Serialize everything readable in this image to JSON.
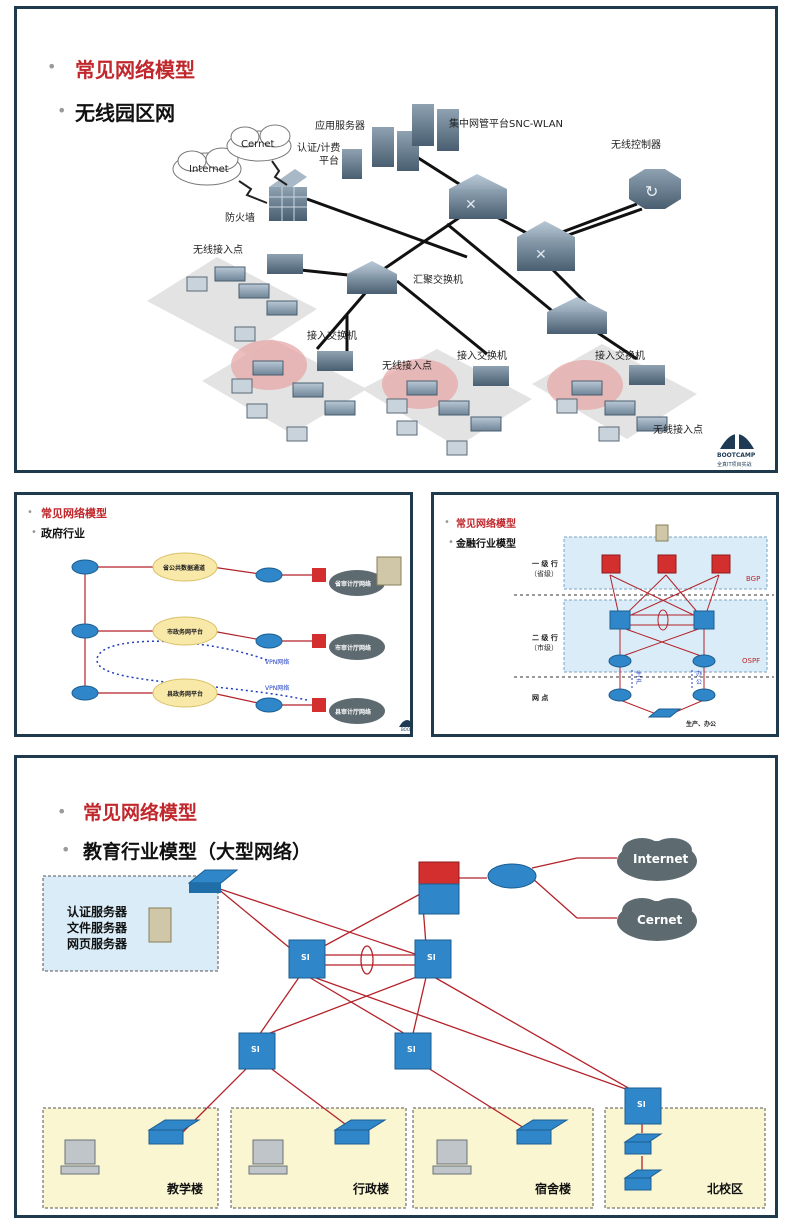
{
  "p1": {
    "section": "常见网络模型",
    "subtitle": "无线园区网",
    "internet": "Internet",
    "cernet": "Cernet",
    "app_server": "应用服务器",
    "auth_platform_1": "认证/计费",
    "auth_platform_2": "平台",
    "mgmt_platform": "集中网管平台SNC-WLAN",
    "wlc": "无线控制器",
    "firewall": "防火墙",
    "ap_top": "无线接入点",
    "agg_switch": "汇聚交换机",
    "access_1": "接入交换机",
    "access_2": "接入交换机",
    "access_3": "接入交换机",
    "ap_mid": "无线接入点",
    "ap_bottom": "无线接入点",
    "logo_name": "BOOTCAMP",
    "logo_sub": "全真IT项目实战"
  },
  "p2": {
    "section": "常见网络模型",
    "subtitle": "政府行业",
    "cloud_1": "省公共数据通道",
    "cloud_2": "市政务网平台",
    "cloud_3": "县政务网平台",
    "dest_1": "省审计厅网络",
    "dest_2": "市审计厅网络",
    "dest_3": "县审计厅网络",
    "vpn_1": "VPN网络",
    "vpn_2": "VPN网络",
    "logo": "BOOT"
  },
  "p3": {
    "section": "常见网络模型",
    "subtitle": "金融行业模型",
    "tier1_a": "一 级 行",
    "tier1_b": "（省级）",
    "tier2_a": "二 级 行",
    "tier2_b": "（市级）",
    "branch": "网 点",
    "bgp": "BGP",
    "ospf": "OSPF",
    "prod_1": "生",
    "prod_2": "产",
    "office_1": "办",
    "office_2": "公",
    "bottom": "生产、办公"
  },
  "p4": {
    "section": "常见网络模型",
    "subtitle": "教育行业模型（大型网络）",
    "servers": [
      "认证服务器",
      "文件服务器",
      "网页服务器"
    ],
    "internet": "Internet",
    "cernet": "Cernet",
    "si": "SI",
    "zones": [
      "教学楼",
      "行政楼",
      "宿舍楼",
      "北校区"
    ]
  },
  "colors": {
    "frame": "#1f3a4d",
    "title_red": "#c0282d",
    "link_red": "#b3222a",
    "switch_blue": "#2f86c8",
    "cloud_gray": "#5d6b70",
    "zone_yellow": "#fbf6d2",
    "zone_blue": "#d9ecf7"
  }
}
